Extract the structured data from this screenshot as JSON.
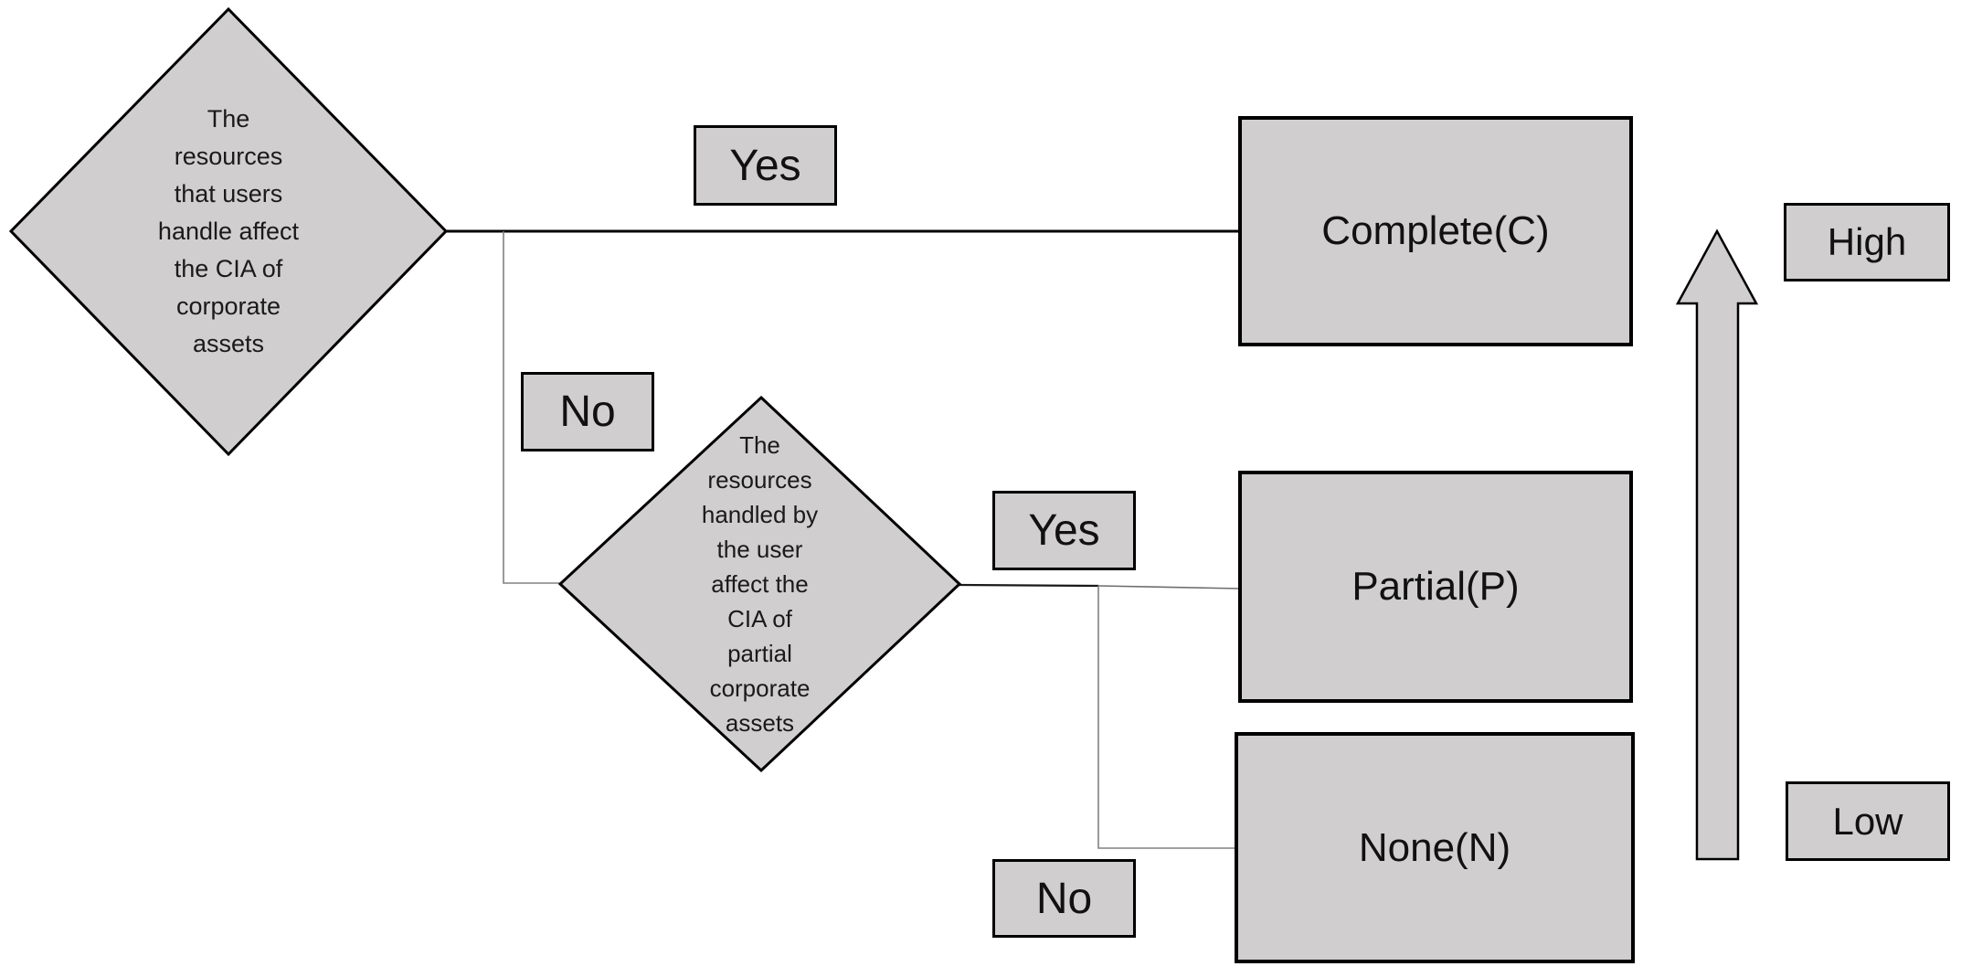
{
  "colors": {
    "shape_fill": "#d0cece",
    "shape_outline": "#000000",
    "connector_primary": "#000000",
    "connector_secondary": "#808080",
    "background": "#ffffff"
  },
  "decisions": {
    "d1": {
      "text": "The\nresources\nthat users\nhandle affect\nthe CIA of\ncorporate\nassets"
    },
    "d2": {
      "text": "The\nresources\nhandled by\nthe user\naffect the\nCIA of\npartial\ncorporate\nassets"
    }
  },
  "edge_labels": {
    "branch1_yes": "Yes",
    "branch1_no": "No",
    "branch2_yes": "Yes",
    "branch2_no": "No"
  },
  "outcomes": {
    "complete": "Complete(C)",
    "partial": "Partial(P)",
    "none": "None(N)"
  },
  "scale": {
    "high": "High",
    "low": "Low"
  }
}
